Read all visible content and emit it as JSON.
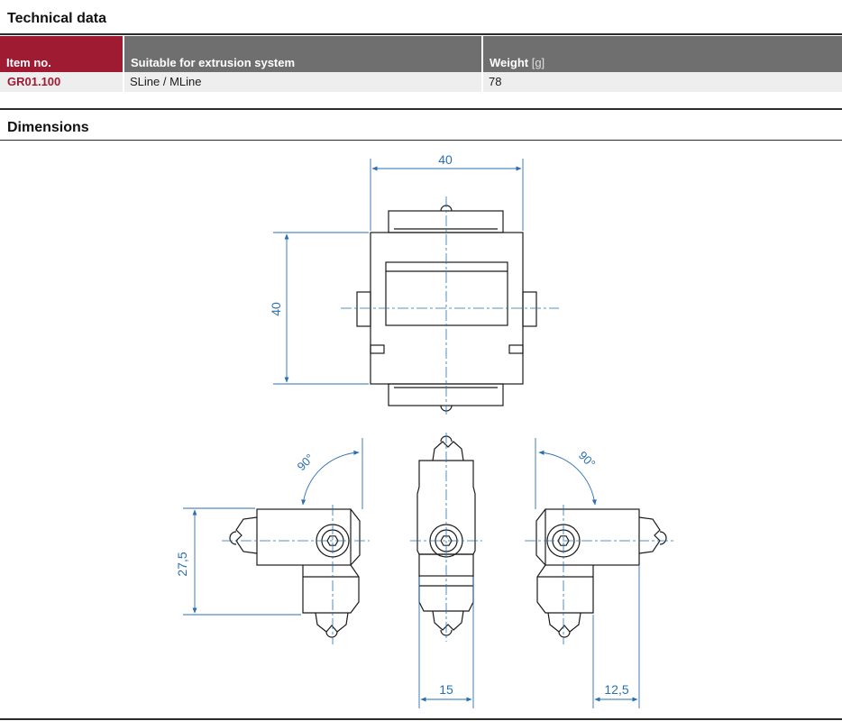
{
  "technical_data": {
    "title": "Technical data",
    "columns": {
      "item_no": "Item no.",
      "suitable": "Suitable for extrusion system",
      "weight": "Weight",
      "weight_unit": "[g]"
    },
    "row": {
      "item_no": "GR01.100",
      "suitable": "SLine / MLine",
      "weight": "78"
    }
  },
  "dimensions": {
    "title": "Dimensions",
    "labels": {
      "top_width": "40",
      "top_height": "40",
      "left_angle": "90°",
      "left_height": "27,5",
      "right_angle": "90°",
      "center_width": "15",
      "right_width": "12,5"
    }
  },
  "colors": {
    "brand_red": "#9e1b32",
    "header_gray": "#6f6f6f",
    "row_gray": "#eeeeee",
    "dimension_blue": "#2a6fb0"
  }
}
